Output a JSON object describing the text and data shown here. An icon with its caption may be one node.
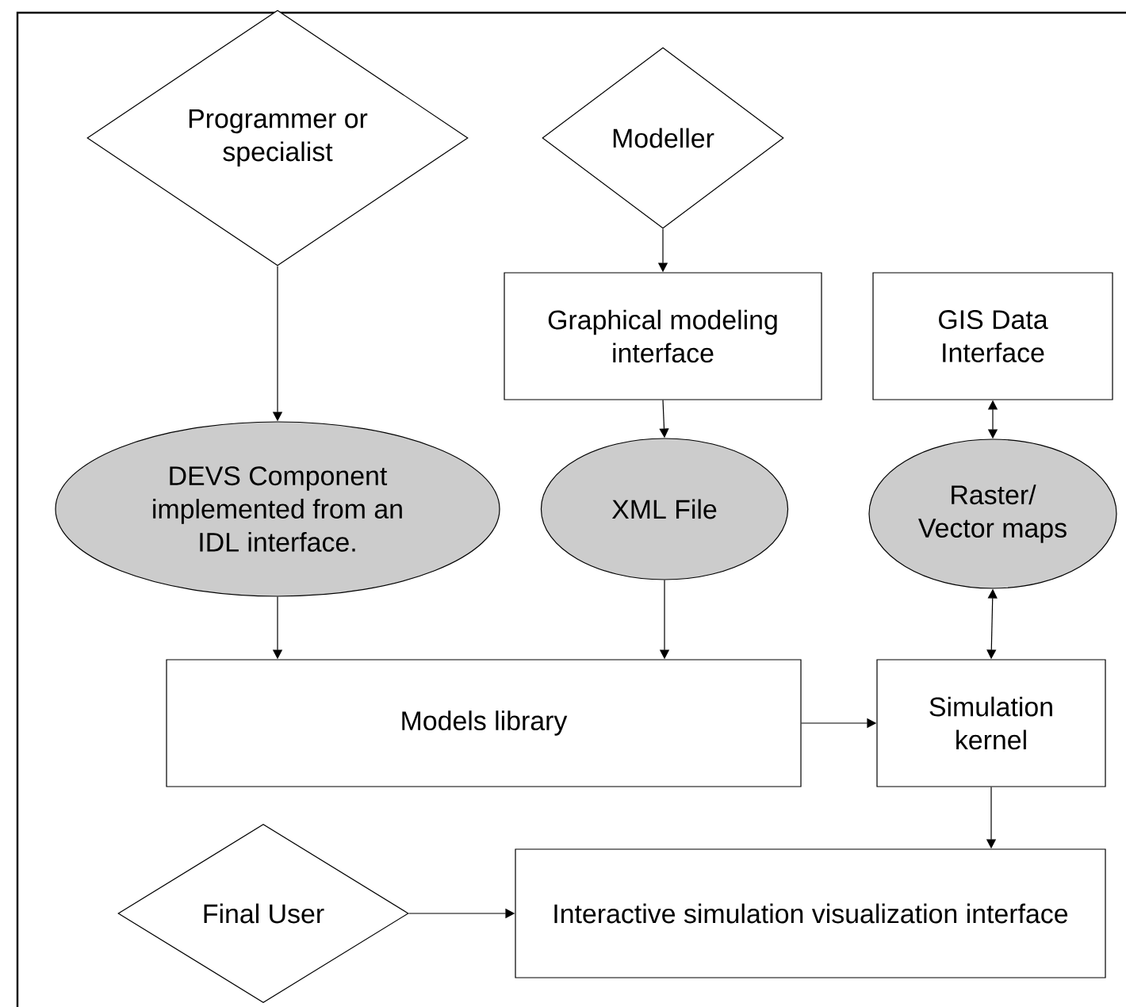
{
  "diagram": {
    "nodes": [
      {
        "text": [
          "Programmer or specialist"
        ]
      },
      {
        "text": [
          "Modeller"
        ]
      },
      {
        "text": [
          "Graphical modeling interface"
        ]
      },
      {
        "text": [
          "GIS Data Interface"
        ]
      },
      {
        "text": [
          "DEVS Component implemented from an IDL interface."
        ]
      },
      {
        "text": [
          "XML File"
        ]
      },
      {
        "text": [
          "Raster/ Vector maps"
        ]
      },
      {
        "text": [
          "Models library"
        ]
      },
      {
        "text": [
          "Simulation kernel"
        ]
      },
      {
        "text": [
          "Final User"
        ]
      },
      {
        "text": [
          "Interactive simulation visualization interface"
        ]
      }
    ],
    "edges": [
      {
        "from": 0,
        "to": 4,
        "arrow": "to"
      },
      {
        "from": 1,
        "to": 2,
        "arrow": "to"
      },
      {
        "from": 2,
        "to": 5,
        "arrow": "to"
      },
      {
        "from": 3,
        "to": 6,
        "arrow": "both"
      },
      {
        "from": 4,
        "to": 7,
        "arrow": "to"
      },
      {
        "from": 5,
        "to": 7,
        "arrow": "to"
      },
      {
        "from": 6,
        "to": 8,
        "arrow": "both"
      },
      {
        "from": 7,
        "to": 8,
        "arrow": "to"
      },
      {
        "from": 8,
        "to": 10,
        "arrow": "to"
      },
      {
        "from": 9,
        "to": 10,
        "arrow": "to"
      }
    ]
  }
}
